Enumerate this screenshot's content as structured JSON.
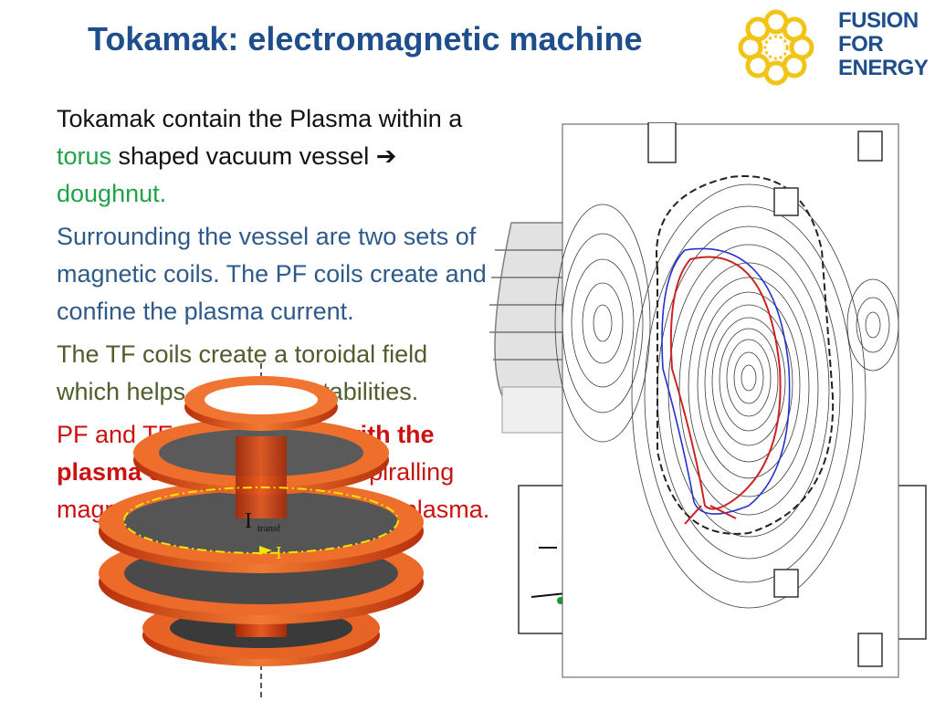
{
  "slide": {
    "title": "Tokamak: electromagnetic machine"
  },
  "logo": {
    "line1": "FUSION",
    "line2": "FOR",
    "line3": "ENERGY"
  },
  "paragraph1": {
    "part1": "Tokamak contain the Plasma within a ",
    "torus": "torus",
    "part2": " shaped vacuum vessel ",
    "arrow": "➔",
    "doughnut": " doughnut."
  },
  "paragraph2": {
    "text": "Surrounding the vessel are two sets of magnetic coils. The PF coils create and confine the plasma current."
  },
  "paragraph3": {
    "text": "The TF coils create a toroidal field which helps avoiding instabilities."
  },
  "paragraph4": {
    "part1": "PF and TF coils ",
    "bold": "together with the plasma current",
    "part2": " create the spiralling magnetic field that confines the plasma."
  },
  "diagram": {
    "current_transf_label": "I",
    "current_transf_sub": "transf",
    "current_label": "I"
  },
  "colors": {
    "title": "#1f4e8c",
    "accent_green": "#1fa24a",
    "text_blue": "#2e5a8a",
    "text_olive": "#4f5d2c",
    "text_red": "#cc1111",
    "coil_orange": "#e0561e",
    "logo_yellow": "#f2c417"
  }
}
